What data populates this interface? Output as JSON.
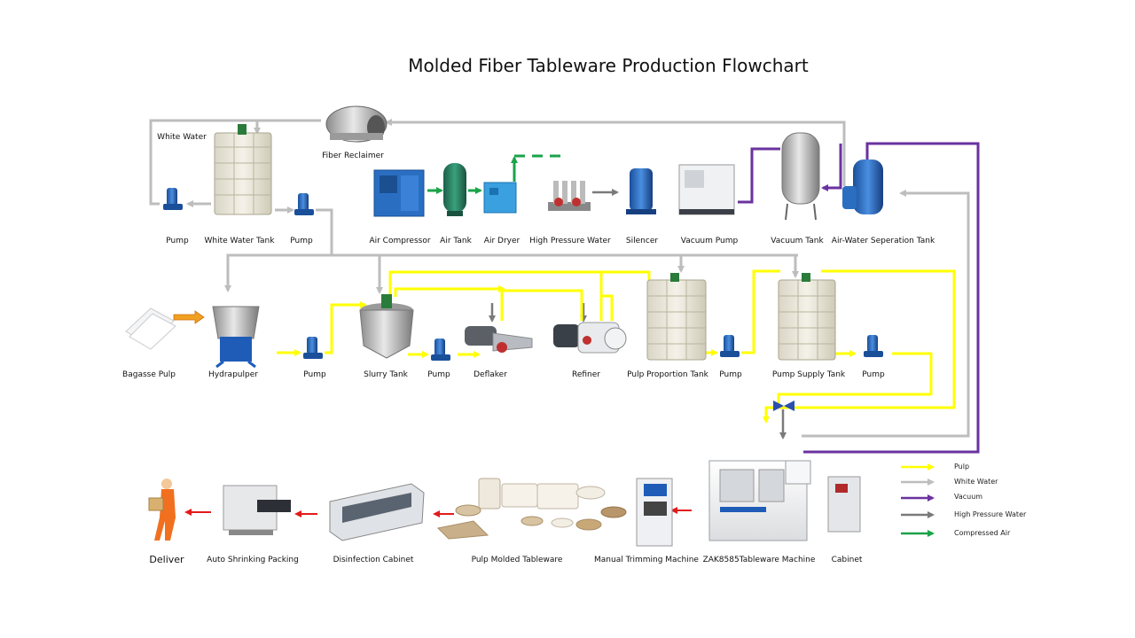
{
  "title": "Molded Fiber Tableware Production Flowchart",
  "colors": {
    "pulp": "#ffff00",
    "white_water": "#bdbdbd",
    "vacuum": "#6a329f",
    "high_pressure_water": "#7a7a7a",
    "compressed_air": "#1aa34a",
    "red_arrow": "#e21b1b",
    "orange_arrow": "#f0a020"
  },
  "labels": {
    "white_water": "White Water",
    "fiber_reclaimer": "Fiber Reclaimer",
    "pump_1": "Pump",
    "white_water_tank": "White Water Tank",
    "pump_2": "Pump",
    "air_compressor": "Air Compressor",
    "air_tank": "Air Tank",
    "air_dryer": "Air Dryer",
    "high_pressure_water": "High Pressure Water",
    "silencer": "Silencer",
    "vacuum_pump": "Vacuum Pump",
    "vacuum_tank": "Vacuum Tank",
    "air_water_tank": "Air-Water  Seperation Tank",
    "bagasse_pulp": "Bagasse Pulp",
    "hydrapulper": "Hydrapulper",
    "pump_3": "Pump",
    "slurry_tank": "Slurry Tank",
    "pump_4": "Pump",
    "deflaker": "Deflaker",
    "refiner": "Refiner",
    "pulp_proportion_tank": "Pulp Proportion Tank",
    "pump_5": "Pump",
    "pump_supply_tank": "Pump Supply Tank",
    "pump_6": "Pump",
    "deliver": "Deliver",
    "auto_shrinking": "Auto Shrinking Packing",
    "disinfection": "Disinfection Cabinet",
    "tableware": "Pulp Molded Tableware",
    "trimming": "Manual Trimming Machine",
    "machine": "ZAK8585Tableware Machine",
    "cabinet": "Cabinet"
  },
  "legend": [
    {
      "label": "Pulp",
      "color": "#ffff00"
    },
    {
      "label": "White Water",
      "color": "#bdbdbd"
    },
    {
      "label": "Vacuum",
      "color": "#6a329f"
    },
    {
      "label": "High Pressure Water",
      "color": "#7a7a7a"
    },
    {
      "label": "Compressed Air",
      "color": "#1aa34a"
    }
  ]
}
